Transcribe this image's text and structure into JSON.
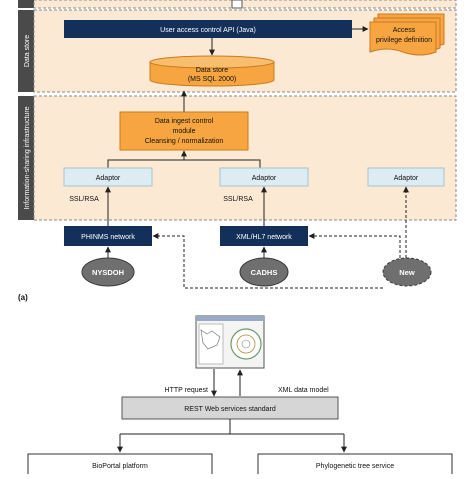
{
  "colors": {
    "section_bar": "#4a4a4a",
    "section_bg": "#fce9d4",
    "dashed_border": "#8a8a8a",
    "navy": "#13305a",
    "orange": "#f6a541",
    "orange_dark": "#c97a1e",
    "light_blue": "#dcecf2",
    "gray_ellipse": "#6f6f6f",
    "gray_box": "#d6d6d6"
  },
  "sections": {
    "data_store": "Data store",
    "infrastructure": "Information-sharing infrastructure"
  },
  "top": {
    "api_bar": "User access control API (Java)",
    "access_def_line1": "Access",
    "access_def_line2": "privilege definition",
    "datastore_line1": "Data store",
    "datastore_line2": "(MS SQL 2000)"
  },
  "infra": {
    "ingest_line1": "Data ingest control",
    "ingest_line2": "module",
    "ingest_line3": "Cleansing / normalization",
    "adaptor_left": "Adaptor",
    "adaptor_mid": "Adaptor",
    "adaptor_right": "Adaptor",
    "ssl_left": "SSL/RSA",
    "ssl_mid": "SSL/RSA",
    "phinms": "PHINMS network",
    "xmlhl7": "XML/HL7 network"
  },
  "sources": {
    "nysdoh": "NYSDOH",
    "cadhs": "CADHS",
    "new": "New"
  },
  "panel_label": "(a)",
  "bottom": {
    "http_request": "HTTP request",
    "xml_model": "XML data model",
    "rest": "REST Web services standard",
    "bioportal": "BioPortal platform",
    "phylo": "Phylogenetic tree service"
  }
}
